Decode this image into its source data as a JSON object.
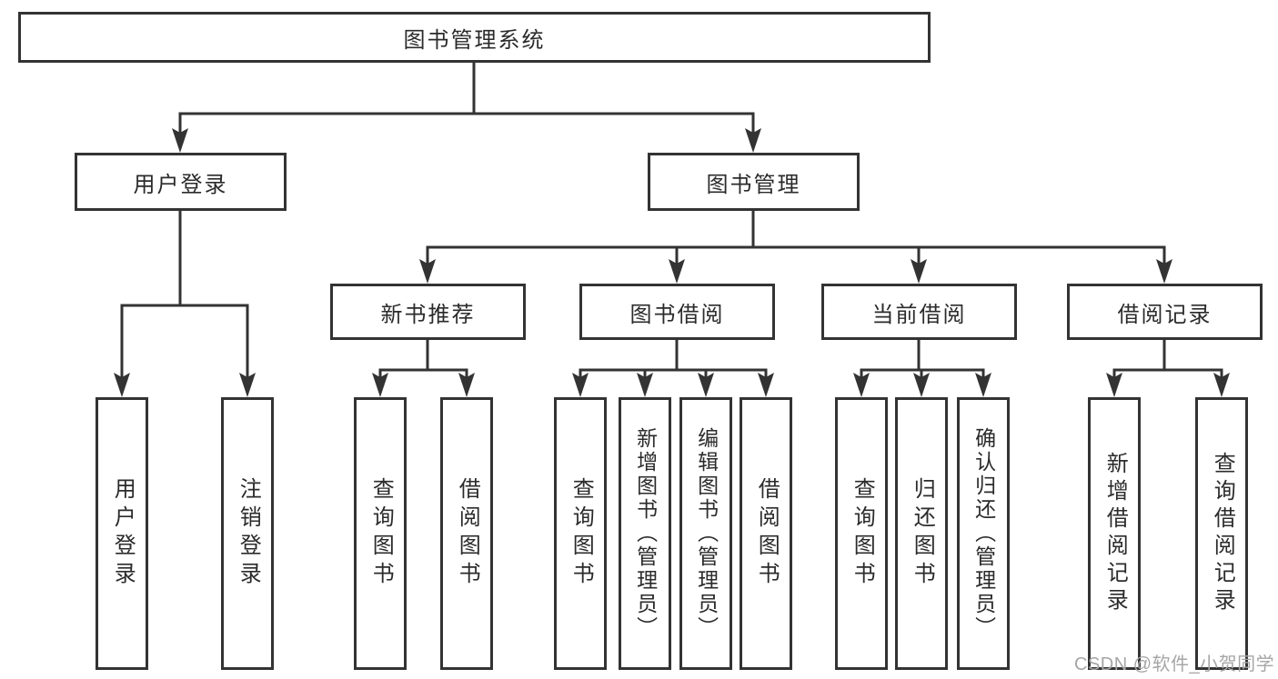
{
  "tree": {
    "root": "图书管理系统",
    "branches": [
      {
        "label": "用户登录",
        "children": [
          "用户登录",
          "注销登录"
        ]
      },
      {
        "label": "图书管理",
        "sections": [
          {
            "label": "新书推荐",
            "children": [
              "查询图书",
              "借阅图书"
            ]
          },
          {
            "label": "图书借阅",
            "children": [
              "查询图书",
              "新增图书（管理员）",
              "编辑图书（管理员）",
              "借阅图书"
            ]
          },
          {
            "label": "当前借阅",
            "children": [
              "查询图书",
              "归还图书",
              "确认归还（管理员）"
            ]
          },
          {
            "label": "借阅记录",
            "children": [
              "新增借阅记录",
              "查询借阅记录"
            ]
          }
        ]
      }
    ]
  },
  "watermark": {
    "text": "CSDN @软件_小贺同学"
  },
  "colors": {
    "line": "#333333",
    "text": "#2b2b2b",
    "watermark_text": "#a6a6a6",
    "background": "#ffffff"
  }
}
